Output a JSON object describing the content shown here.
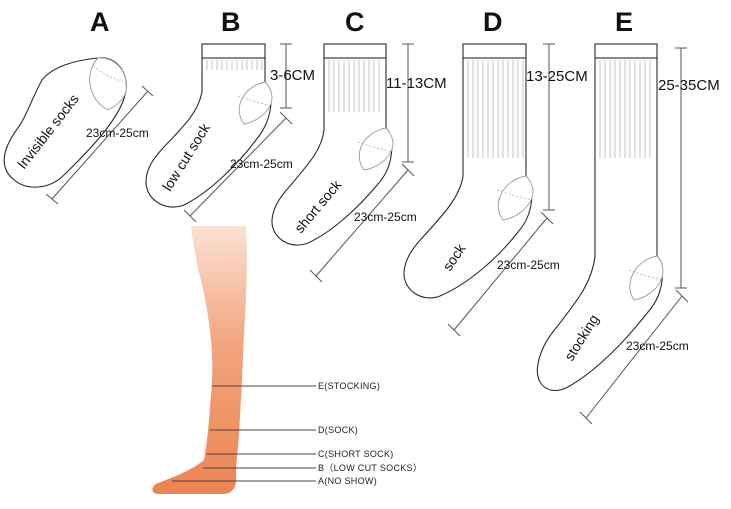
{
  "types": [
    {
      "letter": "A",
      "name": "Invisible socks",
      "foot_length": "23cm-25cm",
      "height": ""
    },
    {
      "letter": "B",
      "name": "low cut sock",
      "foot_length": "23cm-25cm",
      "height": "3-6CM"
    },
    {
      "letter": "C",
      "name": "short sock",
      "foot_length": "23cm-25cm",
      "height": "11-13CM"
    },
    {
      "letter": "D",
      "name": "sock",
      "foot_length": "23cm-25cm",
      "height": "13-25CM"
    },
    {
      "letter": "E",
      "name": "stocking",
      "foot_length": "23cm-25cm",
      "height": "25-35CM"
    }
  ],
  "leg_levels": [
    "E(STOCKING)",
    "D(SOCK)",
    "C(SHORT SOCK)",
    "B（LOW CUT SOCKS）",
    "A(NO SHOW)"
  ],
  "colors": {
    "outline": "#2a2a2a",
    "leg_top": "#fbe1d3",
    "leg_mid": "#f2a47c",
    "leg_bottom": "#ec8452"
  }
}
